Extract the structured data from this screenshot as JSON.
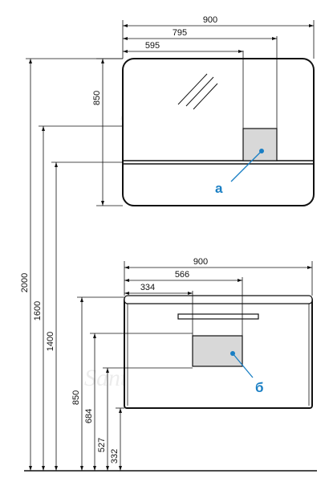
{
  "mirror": {
    "dim_width_total": "900",
    "dim_width_mid": "795",
    "dim_width_short": "595",
    "dim_height": "850"
  },
  "cabinet": {
    "dim_width_total": "900",
    "dim_width_mid": "566",
    "dim_width_short": "334"
  },
  "vertical_dims": {
    "d2000": "2000",
    "d1600": "1600",
    "d1400": "1400",
    "d850": "850",
    "d684": "684",
    "d527": "527",
    "d332": "332"
  },
  "callouts": {
    "a": "а",
    "b": "б"
  },
  "watermark": "SantehLux",
  "colors": {
    "callout": "#1a7fc4",
    "panel_fill": "#d8d8d8",
    "outline": "#111111"
  }
}
